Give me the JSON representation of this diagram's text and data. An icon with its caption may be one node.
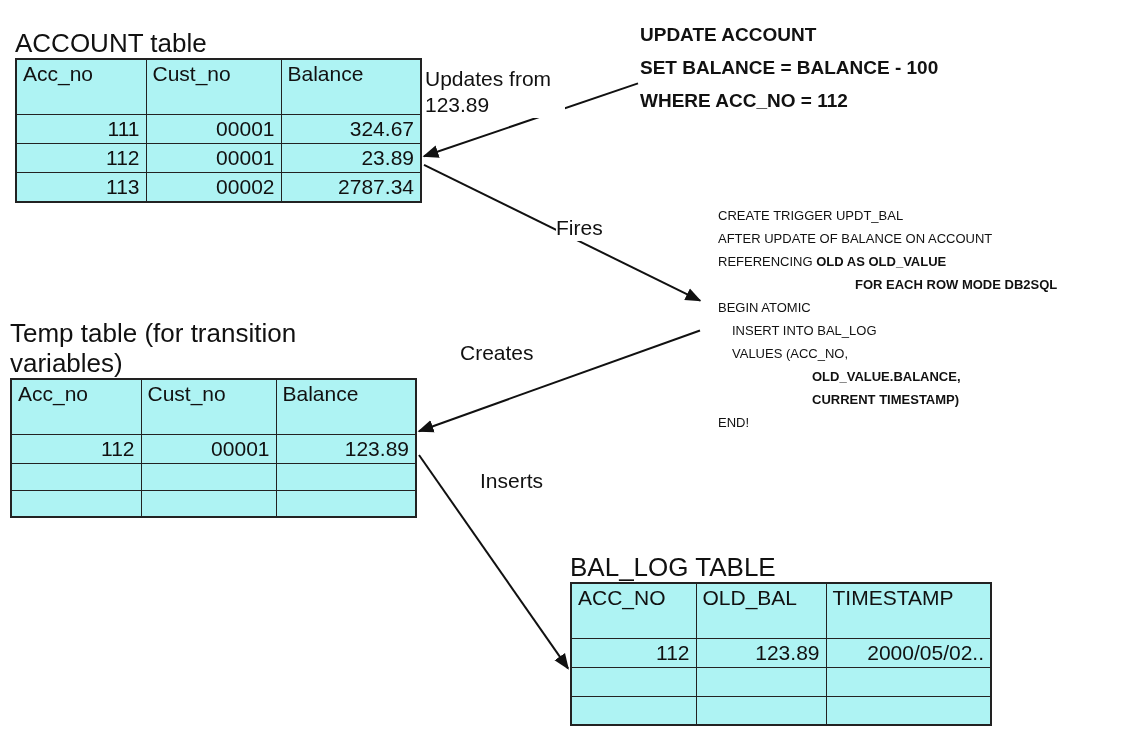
{
  "diagram": {
    "nodes": [
      {
        "text": [
          "ACCOUNT table",
          "Acc_no",
          "Cust_no",
          "Balance",
          "111",
          "00001",
          "324.67",
          "112",
          "00001",
          "23.89",
          "113",
          "00002",
          "2787.34"
        ]
      },
      {
        "text": [
          "UPDATE ACCOUNT",
          "SET BALANCE = BALANCE - 100",
          "WHERE ACC_NO = 112"
        ]
      },
      {
        "text": [
          "CREATE TRIGGER UPDT_BAL",
          "AFTER UPDATE OF BALANCE ON ACCOUNT",
          "REFERENCING **OLD AS OLD_VALUE**",
          "**FOR EACH ROW MODE DB2SQL**",
          "BEGIN ATOMIC",
          "INSERT INTO BAL_LOG",
          "VALUES (ACC_NO,",
          "**OLD_VALUE.BALANCE,**",
          "**CURRENT TIMESTAMP)**",
          "END!"
        ]
      },
      {
        "text": [
          "Temp table (for transition variables)",
          "Acc_no",
          "Cust_no",
          "Balance",
          "112",
          "00001",
          "123.89"
        ]
      },
      {
        "text": [
          "BAL_LOG TABLE",
          "ACC_NO",
          "OLD_BAL",
          "TIMESTAMP",
          "112",
          "123.89",
          "2000/05/02.."
        ]
      }
    ],
    "edges": [
      {
        "from": 1,
        "to": 0,
        "arrow": "to",
        "label": "Updates from 123.89"
      },
      {
        "from": 0,
        "to": 2,
        "arrow": "to",
        "label": "Fires"
      },
      {
        "from": 2,
        "to": 3,
        "arrow": "to",
        "label": "Creates"
      },
      {
        "from": 3,
        "to": 4,
        "arrow": "to",
        "label": "Inserts"
      }
    ]
  }
}
